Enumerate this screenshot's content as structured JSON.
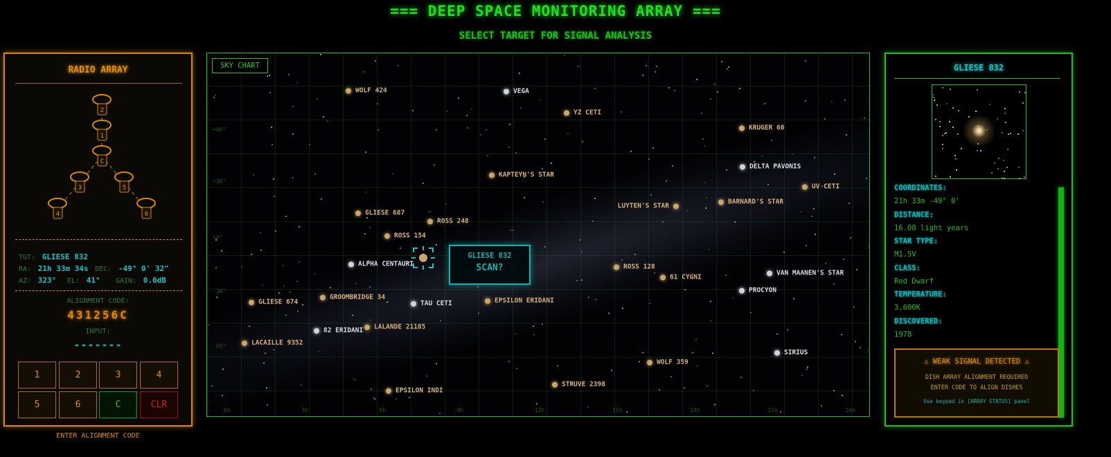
{
  "header": {
    "title": "=== DEEP SPACE MONITORING ARRAY ===",
    "subtitle": "SELECT TARGET FOR SIGNAL ANALYSIS"
  },
  "colors": {
    "accent_green": "#22cc22",
    "accent_orange": "#d98a00",
    "accent_cyan": "#16c4c4"
  },
  "radio_array": {
    "title": "RADIO ARRAY",
    "dishes": [
      "2",
      "1",
      "C",
      "3",
      "5",
      "4",
      "6"
    ],
    "tgt_label": "TGT:",
    "tgt_value": "GLIESE 832",
    "ra_label": "RA:",
    "ra_value": "21h 33m 34s",
    "dec_label": "DEC:",
    "dec_value": "-49° 0' 32\"",
    "az_label": "AZ:",
    "az_value": "323°",
    "el_label": "EL:",
    "el_value": "41°",
    "gain_label": "GAIN:",
    "gain_value": "0.0dB",
    "alignment_label": "ALIGNMENT CODE:",
    "alignment_code": "431256C",
    "input_label": "INPUT:",
    "input_value": "-------",
    "keypad": [
      "1",
      "2",
      "3",
      "4",
      "5",
      "6",
      "C",
      "CLR"
    ],
    "footer": "ENTER ALIGNMENT CODE"
  },
  "sky_chart": {
    "label": "SKY CHART",
    "dec_ticks": [
      "+60°",
      "+30°",
      "+0°",
      "-30°",
      "-60°"
    ],
    "ra_ticks": [
      "0h",
      "3h",
      "6h",
      "9h",
      "12h",
      "15h",
      "18h",
      "21h",
      "24h"
    ],
    "stars": [
      {
        "name": "WOLF 424",
        "color": "gold"
      },
      {
        "name": "VEGA",
        "color": "white"
      },
      {
        "name": "YZ CETI",
        "color": "gold"
      },
      {
        "name": "KRUGER 60",
        "color": "gold"
      },
      {
        "name": "DELTA PAVONIS",
        "color": "white"
      },
      {
        "name": "UV CETI",
        "color": "gold"
      },
      {
        "name": "KAPTEYN'S STAR",
        "color": "gold"
      },
      {
        "name": "LUYTEN'S STAR",
        "color": "gold"
      },
      {
        "name": "BARNARD'S STAR",
        "color": "gold"
      },
      {
        "name": "GLIESE 687",
        "color": "gold"
      },
      {
        "name": "ROSS 248",
        "color": "gold"
      },
      {
        "name": "ROSS 154",
        "color": "gold"
      },
      {
        "name": "ALPHA CENTAURI",
        "color": "white"
      },
      {
        "name": "ROSS 128",
        "color": "gold"
      },
      {
        "name": "61 CYGNI",
        "color": "gold"
      },
      {
        "name": "VAN MAANEN'S STAR",
        "color": "white"
      },
      {
        "name": "PROCYON",
        "color": "white"
      },
      {
        "name": "GLIESE 674",
        "color": "gold"
      },
      {
        "name": "GROOMBRIDGE 34",
        "color": "gold"
      },
      {
        "name": "TAU CETI",
        "color": "white"
      },
      {
        "name": "EPSILON ERIDANI",
        "color": "gold"
      },
      {
        "name": "82 ERIDANI",
        "color": "white"
      },
      {
        "name": "LALANDE 21185",
        "color": "gold"
      },
      {
        "name": "LACAILLE 9352",
        "color": "gold"
      },
      {
        "name": "SIRIUS",
        "color": "white"
      },
      {
        "name": "WOLF 359",
        "color": "gold"
      },
      {
        "name": "STRUVE 2398",
        "color": "gold"
      },
      {
        "name": "EPSILON INDI",
        "color": "gold"
      }
    ],
    "selected": {
      "name": "GLIESE 832",
      "prompt": "SCAN?"
    }
  },
  "info": {
    "title": "GLIESE 832",
    "fields": [
      {
        "label": "COORDINATES:",
        "value": "21h 33m -49° 0'"
      },
      {
        "label": "DISTANCE:",
        "value": "16.08 light years"
      },
      {
        "label": "STAR TYPE:",
        "value": "M1.5V"
      },
      {
        "label": "CLASS:",
        "value": "Red Dwarf"
      },
      {
        "label": "TEMPERATURE:",
        "value": "3,600K"
      },
      {
        "label": "DISCOVERED:",
        "value": "1978"
      }
    ],
    "signal_level": 1.0,
    "warning": {
      "title": "⚠ WEAK SIGNAL DETECTED ⚠",
      "line1": "DISH ARRAY ALIGNMENT REQUIRED",
      "line2": "ENTER CODE TO ALIGN DISHES",
      "hint": "Use keypad in [ARRAY STATUS] panel"
    }
  }
}
